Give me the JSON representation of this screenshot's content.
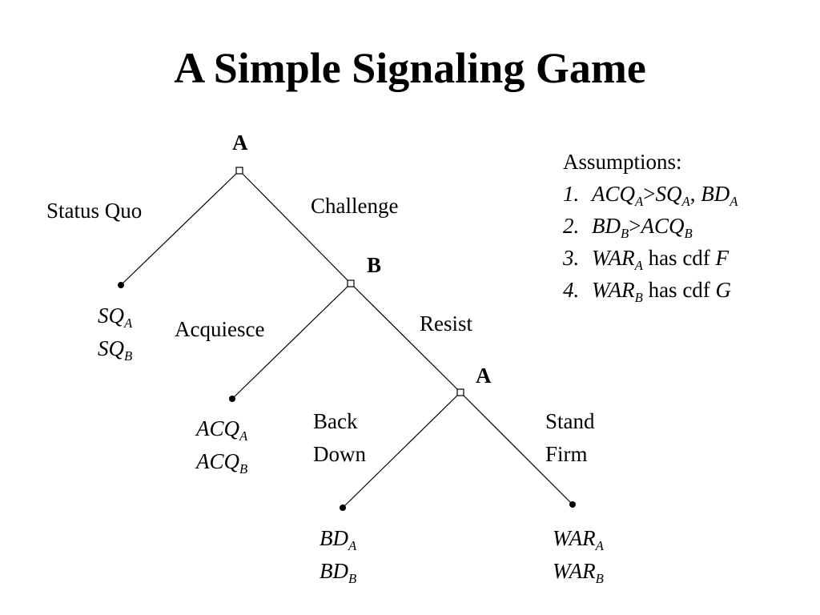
{
  "title": "A Simple Signaling Game",
  "nodes": {
    "root_player": "A",
    "second_player": "B",
    "third_player": "A"
  },
  "moves": {
    "status_quo": "Status Quo",
    "challenge": "Challenge",
    "acquiesce": "Acquiesce",
    "resist": "Resist",
    "back_down_line1": "Back",
    "back_down_line2": "Down",
    "stand_firm_line1": "Stand",
    "stand_firm_line2": "Firm"
  },
  "payoffs": {
    "sq": {
      "a_base": "SQ",
      "a_sub": "A",
      "b_base": "SQ",
      "b_sub": "B"
    },
    "acq": {
      "a_base": "ACQ",
      "a_sub": "A",
      "b_base": "ACQ",
      "b_sub": "B"
    },
    "bd": {
      "a_base": "BD",
      "a_sub": "A",
      "b_base": "BD",
      "b_sub": "B"
    },
    "war": {
      "a_base": "WAR",
      "a_sub": "A",
      "b_base": "WAR",
      "b_sub": "B"
    }
  },
  "assumptions": {
    "heading": "Assumptions:",
    "items": [
      {
        "num": "1.",
        "t1": "ACQ",
        "s1": "A",
        "op": ">",
        "t2": "SQ",
        "s2": "A",
        "sep": ", ",
        "t3": "BD",
        "s3": "A"
      },
      {
        "num": "2.",
        "t1": "BD",
        "s1": "B",
        "op": ">",
        "t2": "ACQ",
        "s2": "B"
      },
      {
        "num": "3.",
        "t1": "WAR",
        "s1": "A",
        "text": " has cdf ",
        "var": "F"
      },
      {
        "num": "4.",
        "t1": "WAR",
        "s1": "B",
        "text": " has cdf ",
        "var": "G"
      }
    ]
  }
}
